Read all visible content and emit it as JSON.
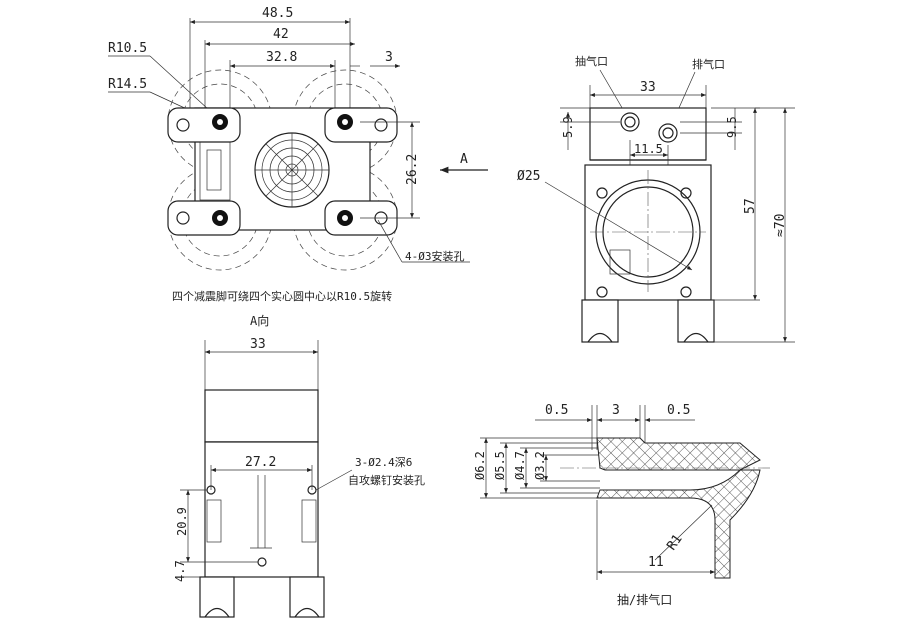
{
  "top_view": {
    "dim_total_width": "48.5",
    "dim_mount_spacing": "42",
    "dim_inner_spacing": "32.8",
    "dim_offset": "3",
    "dim_height": "26.2",
    "radius_small": "R10.5",
    "radius_large": "R14.5",
    "hole_label": "4-Ø3安装孔",
    "view_marker": "A",
    "note": "四个减震脚可绕四个实心圆中心以R10.5旋转"
  },
  "side_view": {
    "suction_port": "抽气口",
    "exhaust_port": "排气口",
    "dim_width": "33",
    "dim_port_offset": "5.9",
    "dim_port_height": "9.5",
    "dim_port_spacing": "11.5",
    "dim_diameter": "Ø25",
    "dim_body_height": "57",
    "dim_total_height": "≈70"
  },
  "a_view": {
    "title": "A向",
    "dim_width": "33",
    "dim_hole_spacing": "27.2",
    "hole_label": "3-Ø2.4深6",
    "hole_sublabel": "自攻螺钉安装孔",
    "dim_vertical": "20.9",
    "dim_bottom": "4.7"
  },
  "port_detail": {
    "dim_left": "0.5",
    "dim_mid": "3",
    "dim_right": "0.5",
    "dia_1": "Ø6.2",
    "dia_2": "Ø5.5",
    "dia_3": "Ø4.7",
    "dia_4": "Ø3.2",
    "radius": "R1",
    "length": "11",
    "caption": "抽/排气口"
  }
}
